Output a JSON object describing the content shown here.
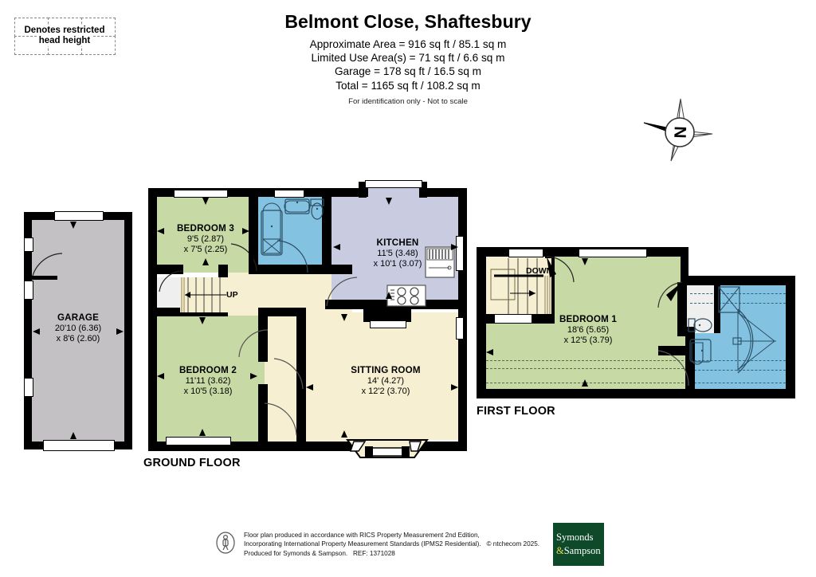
{
  "legend": {
    "line1": "Denotes restricted",
    "line2": "head height"
  },
  "header": {
    "title": "Belmont Close, Shaftesbury",
    "approximate_area": "Approximate Area = 916 sq ft / 85.1 sq m",
    "limited_use_area": "Limited Use Area(s) = 71 sq ft / 6.6 sq m",
    "garage_area": "Garage = 178 sq ft / 16.5 sq m",
    "total_area": "Total = 1165 sq ft / 108.2 sq m",
    "disclaimer": "For identification only - Not to scale"
  },
  "compass": {
    "label": "N"
  },
  "floors": [
    {
      "caption": "GROUND FLOOR"
    },
    {
      "caption": "FIRST FLOOR"
    }
  ],
  "rooms": {
    "garage": {
      "name": "GARAGE",
      "dim1": "20'10 (6.36)",
      "dim2": "x 8'6 (2.60)",
      "color": "#c3c1c4"
    },
    "bedroom3": {
      "name": "BEDROOM 3",
      "dim1": "9'5 (2.87)",
      "dim2": "x 7'5 (2.25)",
      "color": "#c7d9a4"
    },
    "bedroom2": {
      "name": "BEDROOM 2",
      "dim1": "11'11 (3.62)",
      "dim2": "x 10'5 (3.18)",
      "color": "#c7d9a4"
    },
    "kitchen": {
      "name": "KITCHEN",
      "dim1": "11'5 (3.48)",
      "dim2": "x 10'1 (3.07)",
      "color": "#c9cce1"
    },
    "sitting_room": {
      "name": "SITTING ROOM",
      "dim1": "14' (4.27)",
      "dim2": "x 12'2 (3.70)",
      "color": "#f6efd2"
    },
    "bedroom1": {
      "name": "BEDROOM 1",
      "dim1": "18'6 (5.65)",
      "dim2": "x 12'5 (3.79)",
      "color": "#c7d9a4"
    }
  },
  "stairs": {
    "up_label": "UP",
    "down_label": "DOWN"
  },
  "footer": {
    "line1": "Floor plan produced in accordance with RICS Property Measurement 2nd Edition,",
    "line2": "Incorporating International Property Measurement Standards (IPMS2 Residential).",
    "copyright": "© ntchecom 2025.",
    "line3": "Produced for Symonds & Sampson.",
    "ref": "REF:  1371028"
  },
  "logo": {
    "word1": "Symonds",
    "amp": "&",
    "word2": "Sampson"
  },
  "palette": {
    "wall": "#000000",
    "green": "#c7d9a4",
    "cream": "#f6efd2",
    "lavender": "#c9cce1",
    "blue": "#83c2e0",
    "grey": "#c3c1c4",
    "logo_green": "#0e4a2a",
    "logo_yellow": "#e8d84a"
  }
}
